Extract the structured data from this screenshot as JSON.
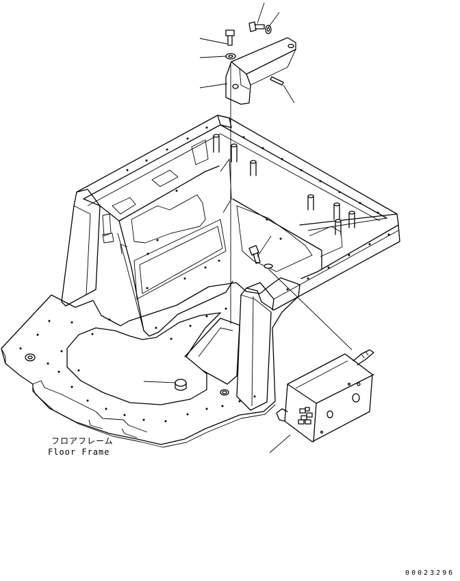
{
  "labels": {
    "floor_frame_jp": "フロアフレーム",
    "floor_frame_en": "Floor Frame"
  },
  "drawing_number": "00023296",
  "colors": {
    "line": "#000000",
    "background": "#ffffff"
  }
}
